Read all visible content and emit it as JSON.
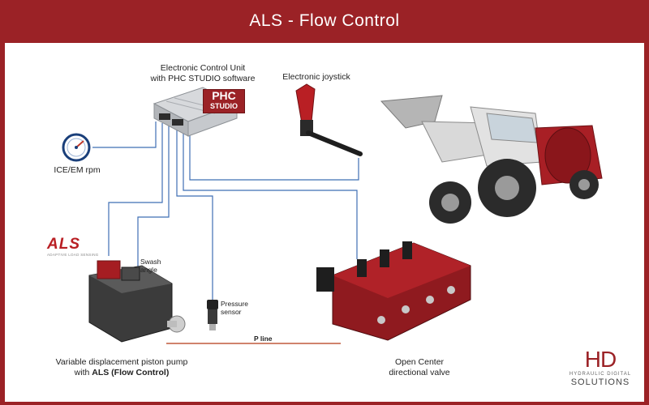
{
  "header": {
    "title": "ALS - Flow Control"
  },
  "labels": {
    "ecu_line1": "Electronic Control Unit",
    "ecu_line2": "with PHC STUDIO software",
    "joystick": "Electronic joystick",
    "rpm": "ICE/EM rpm",
    "swash_line1": "Swash",
    "swash_line2": "angle",
    "pressure_line1": "Pressure",
    "pressure_line2": "sensor",
    "p_line": "P line",
    "pump_line1": "Variable displacement piston pump",
    "pump_line2_prefix": "with ",
    "pump_line2_bold": "ALS (Flow Control)",
    "valve_line1": "Open Center",
    "valve_line2": "directional valve"
  },
  "logos": {
    "phc_line1": "PHC",
    "phc_line2": "STUDIO",
    "als": "ALS",
    "als_tagline": "ADAPTIVE LOAD SENSING",
    "hd_mark": "HD",
    "hd_line1": "HYDRAULIC DIGITAL",
    "hd_line2": "SOLUTIONS"
  },
  "colors": {
    "brand_red": "#9b2226",
    "signal_line": "#3f6fb5",
    "hydraulic_line": "#c05a3c",
    "text": "#222222"
  }
}
